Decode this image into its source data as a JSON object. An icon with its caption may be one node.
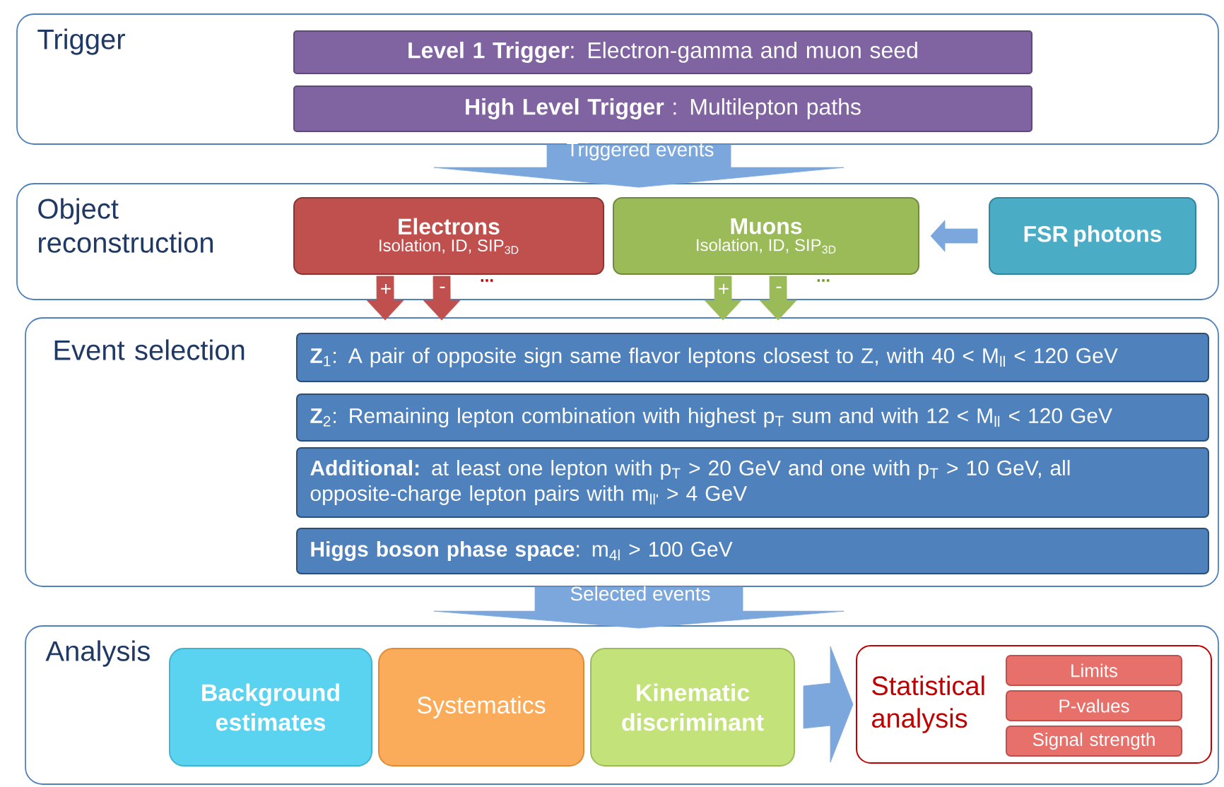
{
  "diagram": {
    "nodes": [
      {
        "text": [
          "Trigger"
        ]
      },
      {
        "text": [
          "**Level 1 Trigger**: Electron-gamma and muon seed"
        ],
        "in": 0
      },
      {
        "text": [
          "**High Level Trigger** : Multilepton paths"
        ],
        "in": 0
      },
      {
        "text": [
          "Object reconstruction"
        ]
      },
      {
        "text": [
          "Electrons",
          "Isolation, ID, SIP$_{3D}$"
        ],
        "beside": [
          "..."
        ],
        "in": 3
      },
      {
        "text": [
          "Muons",
          "Isolation, ID, SIP$_{3D}$"
        ],
        "beside": [
          "..."
        ],
        "in": 3
      },
      {
        "text": [
          "FSR photons"
        ],
        "in": 3
      },
      {
        "text": [
          "Event selection"
        ]
      },
      {
        "text": [
          "**Z**$_{1}$: A pair of opposite sign same flavor leptons closest to Z, with 40 < M$_{ll}$ < 120 GeV"
        ],
        "in": 7
      },
      {
        "text": [
          "**Z**$_{2}$: Remaining lepton combination with highest p$_{T}$ sum and with 12 < M$_{ll}$ < 120 GeV"
        ],
        "in": 7
      },
      {
        "text": [
          "**Additional:** at least one lepton with p$_{T}$ > 20 GeV and one with p$_{T}$ > 10 GeV, all opposite-charge lepton pairs with m$_{ll'}$ > 4 GeV"
        ],
        "in": 7
      },
      {
        "text": [
          "**Higgs boson phase space**: m$_{4l}$ > 100 GeV"
        ],
        "in": 7
      },
      {
        "text": [
          "Analysis"
        ]
      },
      {
        "text": [
          "Background estimates"
        ],
        "in": 12
      },
      {
        "text": [
          "Systematics"
        ],
        "in": 12
      },
      {
        "text": [
          "Kinematic discriminant"
        ],
        "in": 12
      },
      {
        "text": [
          "Statistical analysis"
        ],
        "in": 12
      },
      {
        "text": [
          "Limits"
        ],
        "in": 16
      },
      {
        "text": [
          "P-values"
        ],
        "in": 16
      },
      {
        "text": [
          "Signal strength"
        ],
        "in": 16
      }
    ],
    "edges": [
      {
        "from": 0,
        "to": 3,
        "arrow": "to",
        "label": "Triggered events",
        "style": "thick"
      },
      {
        "from": 6,
        "to": 5,
        "arrow": "to"
      },
      {
        "from": 4,
        "to": 7,
        "arrow": "to",
        "label": "+",
        "color": "#c0504d"
      },
      {
        "from": 4,
        "to": 7,
        "arrow": "to",
        "label": "-",
        "color": "#c0504d"
      },
      {
        "from": 5,
        "to": 7,
        "arrow": "to",
        "label": "+",
        "color": "#9bbb59"
      },
      {
        "from": 5,
        "to": 7,
        "arrow": "to",
        "label": "-",
        "color": "#9bbb59"
      },
      {
        "from": 7,
        "to": 12,
        "arrow": "to",
        "label": "Selected events",
        "style": "thick"
      },
      {
        "from": 15,
        "to": 16,
        "arrow": "to",
        "style": "thick"
      }
    ]
  }
}
